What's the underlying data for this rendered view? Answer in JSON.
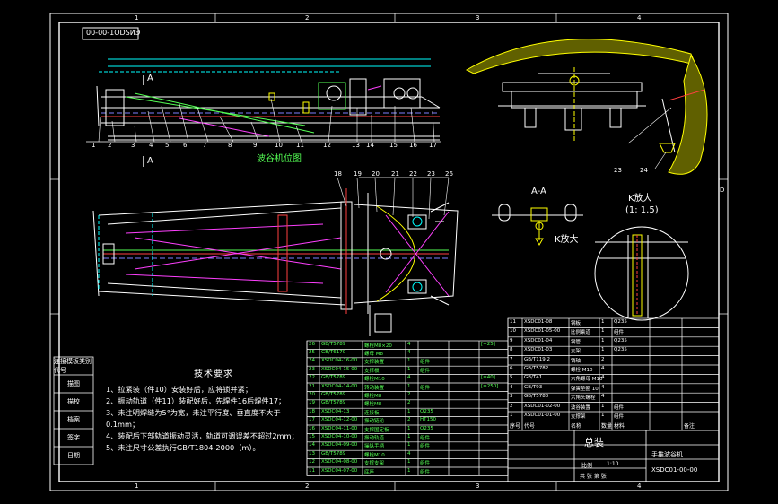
{
  "drawing": {
    "code_box": "00-00-1ODSИЭ",
    "section_title_top": "波谷机位图",
    "view_aa_label": "A-A",
    "k_detail_title": "K放大",
    "k_detail_scale": "(1: 1.5)",
    "k_label_inline": "K放大",
    "section_marker_a": "A",
    "zone_numbers_top": [
      "1",
      "2",
      "3",
      "4"
    ],
    "zone_numbers_bottom": [
      "1",
      "2",
      "3",
      "4"
    ],
    "zone_letters_right": [
      "D"
    ],
    "balloons_top": [
      "1",
      "2",
      "3",
      "4",
      "5",
      "6",
      "7",
      "8",
      "9",
      "10",
      "11",
      "12",
      "13",
      "14",
      "15",
      "16",
      "17"
    ],
    "balloons_mid": [
      "18",
      "19",
      "20",
      "21",
      "22",
      "23",
      "26"
    ],
    "balloons_right": [
      "23",
      "24"
    ]
  },
  "technical_notes": {
    "title": "技术要求",
    "items": [
      "1、拉紧装（件10）安装好后，应将锁并紧；",
      "2、振动轨道（件11）装配好后，先焊件16后焊件17；",
      "3、未注明焊缝为5°为宽，未注平行度、垂直度不大于",
      "0.1mm；",
      "4、装配后下部轨道振动灵活，轨道可调误差不超过2mm；",
      "5、未注尺寸公差执行GB/T1804-2000（m）。"
    ]
  },
  "left_title_strip": [
    "连接模板类别代号",
    "描图",
    "描校",
    "档案",
    "签字",
    "日期"
  ],
  "bom_left": {
    "rows": [
      {
        "no": "26",
        "code": "GB/T5789",
        "name": "螺栓M8×20",
        "qty": "4",
        "material": "",
        "note": "[=25]"
      },
      {
        "no": "25",
        "code": "GB/T6170",
        "name": "螺母 M8",
        "qty": "4",
        "material": "",
        "note": ""
      },
      {
        "no": "24",
        "code": "XSDC04-16-00",
        "name": "支撑装置",
        "qty": "1",
        "material": "组件",
        "note": ""
      },
      {
        "no": "23",
        "code": "XSDC04-15-00",
        "name": "支撑板",
        "qty": "1",
        "material": "组件",
        "note": ""
      },
      {
        "no": "22",
        "code": "GB/T5789",
        "name": "螺栓M10",
        "qty": "4",
        "material": "",
        "note": "[=40]"
      },
      {
        "no": "21",
        "code": "XSDC04-14-00",
        "name": "转动装置",
        "qty": "1",
        "material": "组件",
        "note": "[=250]"
      },
      {
        "no": "20",
        "code": "GB/T5789",
        "name": "螺栓M8",
        "qty": "2",
        "material": "",
        "note": ""
      },
      {
        "no": "19",
        "code": "GB/T5789",
        "name": "螺栓M8",
        "qty": "2",
        "material": "",
        "note": ""
      },
      {
        "no": "18",
        "code": "XSDC04-13",
        "name": "连接板",
        "qty": "1",
        "material": "Q235",
        "note": ""
      },
      {
        "no": "17",
        "code": "XSDC04-12-00",
        "name": "振动链轮",
        "qty": "2",
        "material": "HT150",
        "note": ""
      },
      {
        "no": "16",
        "code": "XSDC04-11-00",
        "name": "支撑固定板",
        "qty": "1",
        "material": "Q235",
        "note": ""
      },
      {
        "no": "15",
        "code": "XSDC04-10-00",
        "name": "振动轨道",
        "qty": "1",
        "material": "组件",
        "note": ""
      },
      {
        "no": "14",
        "code": "XSDC04-09-00",
        "name": "操纵手柄",
        "qty": "1",
        "material": "组件",
        "note": ""
      },
      {
        "no": "13",
        "code": "GB/T5789",
        "name": "螺栓M10",
        "qty": "4",
        "material": "",
        "note": ""
      },
      {
        "no": "12",
        "code": "XSDC04-08-00",
        "name": "支撑支架",
        "qty": "1",
        "material": "组件",
        "note": ""
      },
      {
        "no": "11",
        "code": "XSDC04-07-00",
        "name": "底座",
        "qty": "1",
        "material": "组件",
        "note": ""
      }
    ]
  },
  "bom_right": {
    "rows": [
      {
        "no": "11",
        "code": "XSDC01-08",
        "name": "钢板",
        "qty": "1",
        "material": "Q235",
        "note": ""
      },
      {
        "no": "10",
        "code": "XSDC01-05-00",
        "name": "比例乘道",
        "qty": "1",
        "material": "组件",
        "note": ""
      },
      {
        "no": "9",
        "code": "XSDC01-04",
        "name": "钢管",
        "qty": "1",
        "material": "Q235",
        "note": ""
      },
      {
        "no": "8",
        "code": "XSDC01-03",
        "name": "支架",
        "qty": "1",
        "material": "Q235",
        "note": ""
      },
      {
        "no": "7",
        "code": "GB/T119.2",
        "name": "销轴",
        "qty": "2",
        "material": "",
        "note": ""
      },
      {
        "no": "6",
        "code": "GB/T5782",
        "name": "螺栓 M10",
        "qty": "4",
        "material": "",
        "note": ""
      },
      {
        "no": "5",
        "code": "GB/T41",
        "name": "六角螺母 M10",
        "qty": "4",
        "material": "",
        "note": ""
      },
      {
        "no": "4",
        "code": "GB/T93",
        "name": "弹簧垫圈 10",
        "qty": "4",
        "material": "",
        "note": ""
      },
      {
        "no": "3",
        "code": "GB/T5780",
        "name": "六角头螺栓",
        "qty": "4",
        "material": "",
        "note": ""
      },
      {
        "no": "2",
        "code": "XSDC01-02-00",
        "name": "波谷装置",
        "qty": "1",
        "material": "组件",
        "note": ""
      },
      {
        "no": "1",
        "code": "XSDC01-01-00",
        "name": "支撑架",
        "qty": "1",
        "material": "组件",
        "note": ""
      }
    ],
    "header": {
      "no": "序号",
      "code": "代号",
      "name": "名称",
      "qty": "数量",
      "material": "材料",
      "note": "备注"
    }
  },
  "title_block": {
    "assembly_title": "总装",
    "product_name": "手推波谷机",
    "drawing_number": "XSDC01-00-00",
    "scale_label": "比例",
    "scale_value": "1:10",
    "sheet_label": "共 张 第 张"
  },
  "colors": {
    "background": "#000000",
    "frame": "#ffffff",
    "cyan": "#00ffff",
    "green": "#54ff54",
    "yellow": "#ffff00",
    "red": "#ff4040",
    "magenta": "#ff40ff",
    "dashed_blue": "#8080ff",
    "table_line": "#ffffff"
  }
}
